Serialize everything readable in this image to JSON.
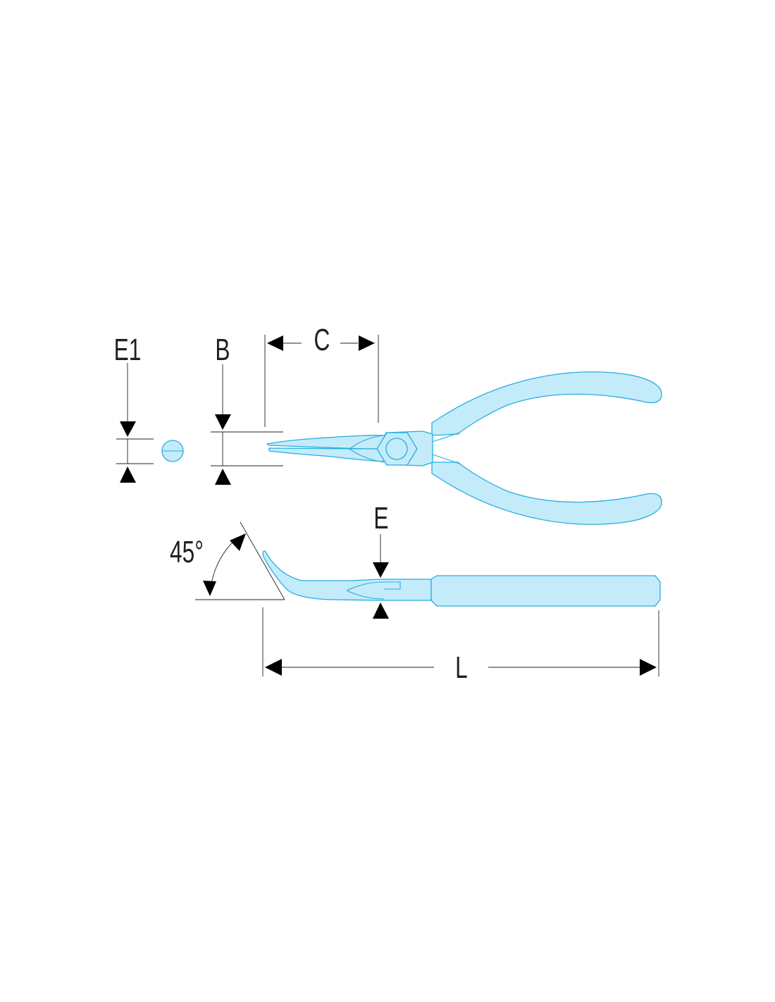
{
  "labels": {
    "e1": "E1",
    "b": "B",
    "c": "C",
    "e": "E",
    "angle": "45°",
    "l": "L"
  },
  "colors": {
    "tool_fill": "#c4ebfa",
    "tool_stroke": "#25aee0",
    "dimension_ink": "#000000"
  },
  "icons": {
    "arrow": "solid-triangle-arrowhead"
  }
}
